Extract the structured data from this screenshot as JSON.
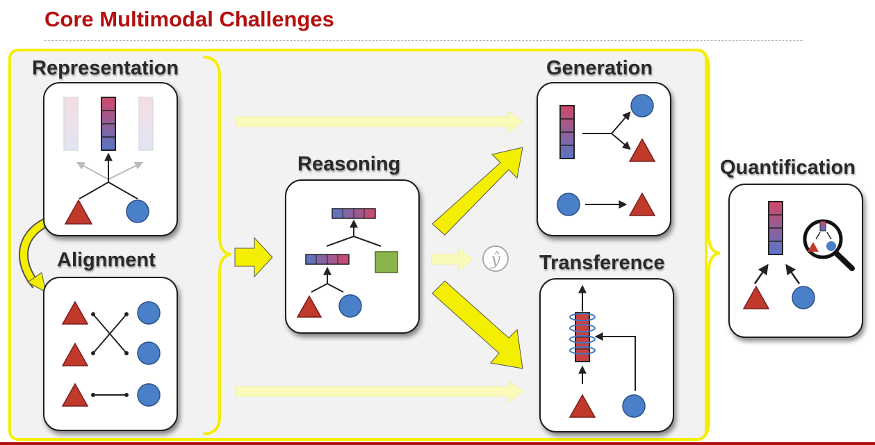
{
  "header": {
    "title": "Core Multimodal Challenges"
  },
  "diagram": {
    "labels": {
      "representation": "Representation",
      "alignment": "Alignment",
      "reasoning": "Reasoning",
      "generation": "Generation",
      "transference": "Transference",
      "quantification": "Quantification"
    },
    "output_symbol": "ŷ",
    "colors": {
      "title_red": "#b50f0f",
      "triangle_red": "#c0392b",
      "circle_blue": "#4a80c8",
      "square_green": "#8ab54a",
      "bracket_yellow": "#f4ee00",
      "arrow_pale_yellow": "#fafbbb",
      "panel_gray": "#f2f2f2"
    }
  }
}
